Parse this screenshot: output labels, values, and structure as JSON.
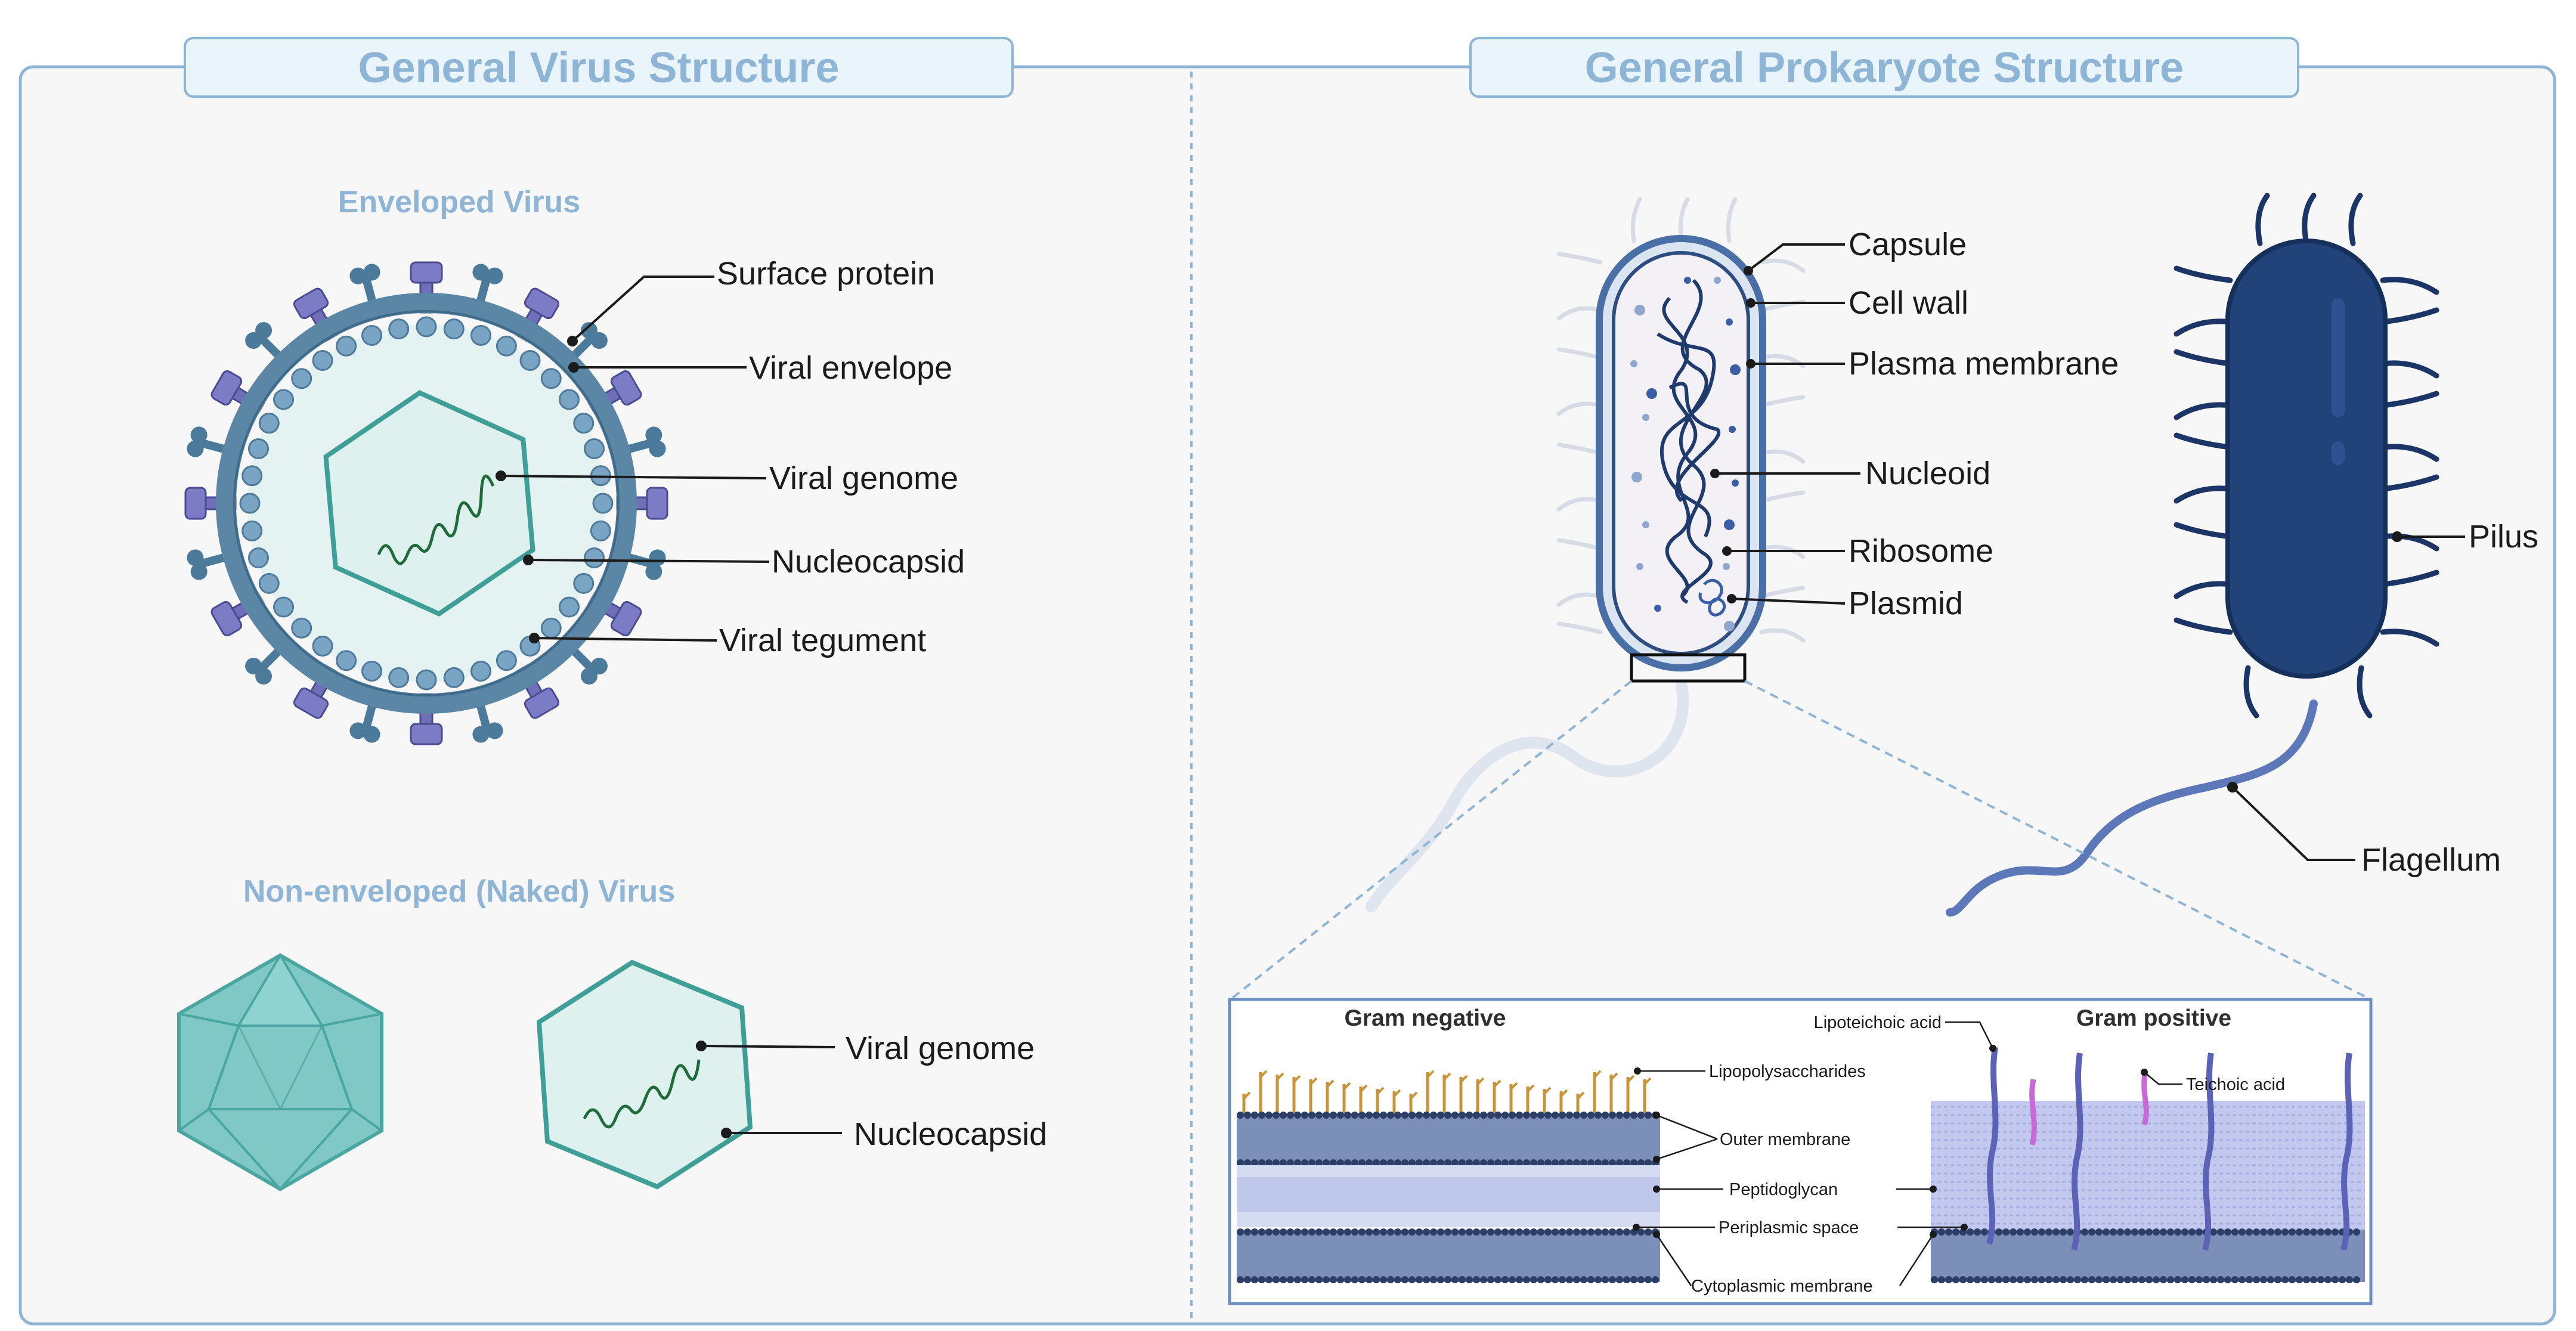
{
  "virus_panel": {
    "title": "General Virus Structure",
    "enveloped": {
      "heading": "Enveloped Virus",
      "labels": [
        "Surface protein",
        "Viral envelope",
        "Viral genome",
        "Nucleocapsid",
        "Viral tegument"
      ]
    },
    "naked": {
      "heading": "Non-enveloped (Naked) Virus",
      "labels": [
        "Viral genome",
        "Nucleocapsid"
      ]
    }
  },
  "prokaryote_panel": {
    "title": "General Prokaryote Structure",
    "cell_labels": [
      "Capsule",
      "Cell wall",
      "Plasma membrane",
      "Nucleoid",
      "Ribosome",
      "Plasmid"
    ],
    "flagellate_labels": [
      "Pilus",
      "Flagellum"
    ],
    "gram_negative": {
      "heading": "Gram negative",
      "labels": [
        "Lipopolysaccharides",
        "Outer membrane",
        "Peptidoglycan",
        "Periplasmic space",
        "Cytoplasmic membrane"
      ]
    },
    "gram_positive": {
      "heading": "Gram positive",
      "labels": [
        "Lipoteichoic acid",
        "Teichoic acid"
      ]
    }
  },
  "colors": {
    "frame": "#8eb5d6",
    "title_text": "#8eb5d6",
    "title_fill": "#e9f4fb",
    "panel_bg": "#f7f7f7",
    "virus_teal": "#5fb3ad",
    "virus_envelope": "#5b86a6",
    "surface_protein": "#6f6fb8",
    "bacterium_dark": "#1f3b6e",
    "lps": "#c7943a"
  }
}
